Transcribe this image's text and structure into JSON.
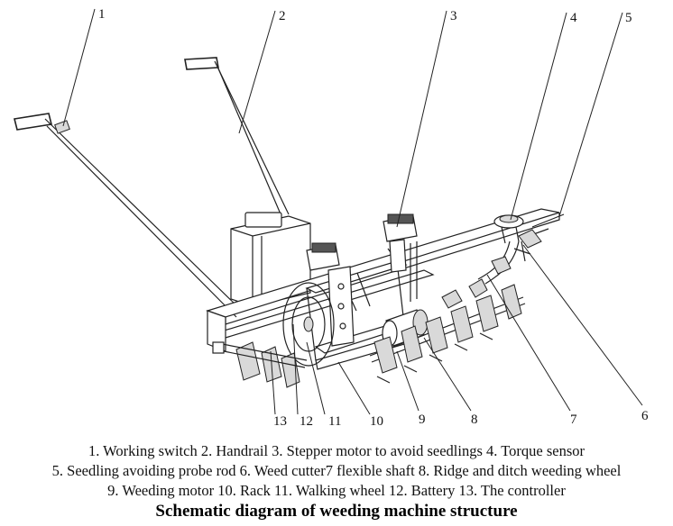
{
  "diagram": {
    "callouts": [
      {
        "id": "1",
        "label": "1"
      },
      {
        "id": "2",
        "label": "2"
      },
      {
        "id": "3",
        "label": "3"
      },
      {
        "id": "4",
        "label": "4"
      },
      {
        "id": "5",
        "label": "5"
      },
      {
        "id": "6",
        "label": "6"
      },
      {
        "id": "7",
        "label": "7"
      },
      {
        "id": "8",
        "label": "8"
      },
      {
        "id": "9",
        "label": "9"
      },
      {
        "id": "10",
        "label": "10"
      },
      {
        "id": "11",
        "label": "11"
      },
      {
        "id": "12",
        "label": "12"
      },
      {
        "id": "13",
        "label": "13"
      }
    ],
    "legend_lines": [
      "1. Working switch 2. Handrail 3. Stepper motor to avoid seedlings 4. Torque sensor",
      "5. Seedling avoiding probe rod 6. Weed cutter7 flexible shaft 8. Ridge and ditch weeding wheel",
      "9. Weeding motor 10. Rack 11. Walking wheel 12. Battery 13. The controller"
    ],
    "caption": "Schematic diagram of weeding machine structure"
  }
}
